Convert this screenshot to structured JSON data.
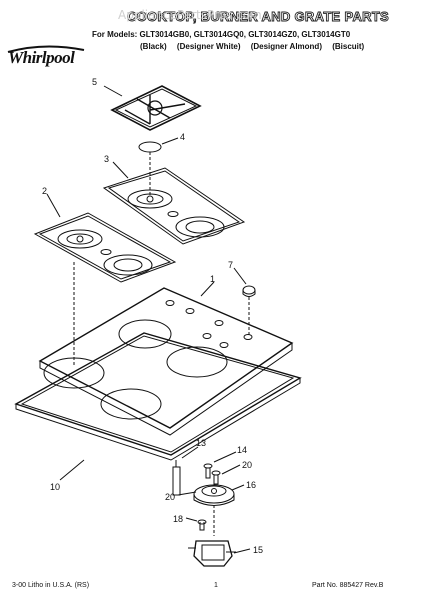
{
  "header": {
    "title": "COOKTOP, BURNER AND GRATE PARTS",
    "watermark": "AppliancePartsPros.com",
    "models_line": "For Models: GLT3014GB0, GLT3014GQ0, GLT3014GZ0, GLT3014GT0",
    "colors": [
      "(Black)",
      "(Designer White)",
      "(Designer Almond)",
      "(Biscuit)"
    ],
    "brand": "Whirlpool"
  },
  "callouts": {
    "c1": "1",
    "c2": "2",
    "c3": "3",
    "c4": "4",
    "c5": "5",
    "c7": "7",
    "c10": "10",
    "c13": "13",
    "c14": "14",
    "c15": "15",
    "c16": "16",
    "c18": "18",
    "c20a": "20",
    "c20b": "20"
  },
  "footer": {
    "left": "3-00 Litho in U.S.A. (RS)",
    "page": "1",
    "right": "Part No. 885427 Rev.B"
  }
}
